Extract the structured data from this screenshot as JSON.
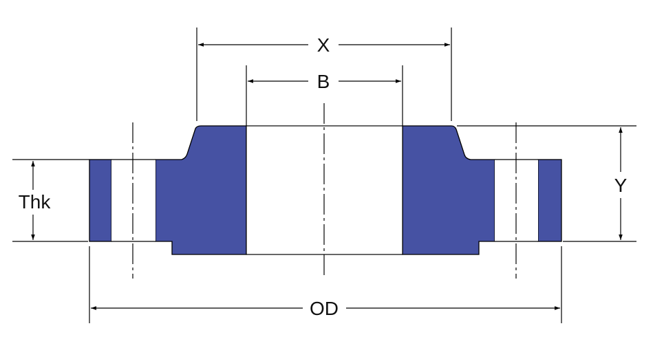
{
  "diagram": {
    "section_color": "#4652a3",
    "labels": {
      "x": "X",
      "b": "B",
      "y": "Y",
      "thk": "Thk",
      "od": "OD"
    }
  }
}
